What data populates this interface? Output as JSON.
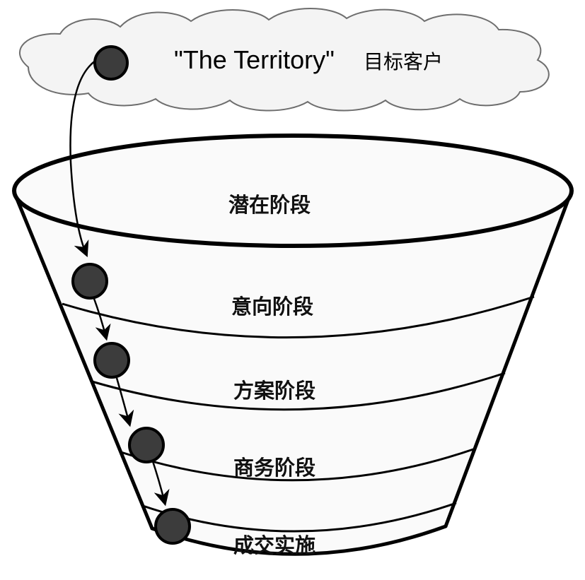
{
  "cloud": {
    "label_en": "\"The Territory\"",
    "label_cn": "目标客户"
  },
  "stages": [
    {
      "label": "潜在阶段"
    },
    {
      "label": "意向阶段"
    },
    {
      "label": "方案阶段"
    },
    {
      "label": "商务阶段"
    },
    {
      "label": "成交实施"
    }
  ]
}
